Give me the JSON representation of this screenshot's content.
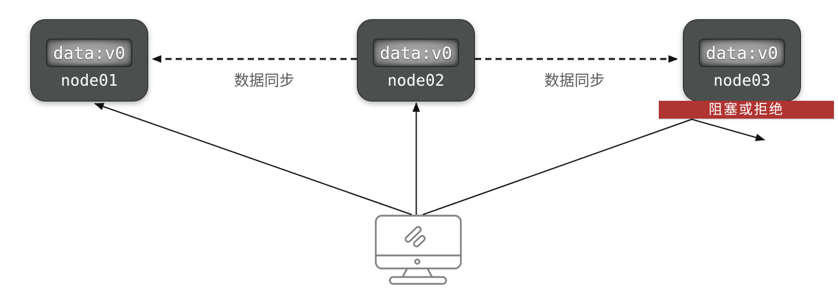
{
  "colors": {
    "canvas-bg": "#ffffff",
    "node-fill": "#4b504e",
    "node-text": "#ffffff",
    "screen-center": "#ababab",
    "screen-edge": "#5f5f5f",
    "banner-bg": "#b03432",
    "banner-text": "#ffffff",
    "sync-label": "#595959",
    "arrow": "#111111",
    "client-stroke": "#7d7d7d"
  },
  "nodes": [
    {
      "name": "node01",
      "data_value": "data:v0"
    },
    {
      "name": "node02",
      "data_value": "data:v0"
    },
    {
      "name": "node03",
      "data_value": "data:v0"
    }
  ],
  "sync_arrows": [
    {
      "label": "数据同步",
      "from": "node02",
      "to": "node01",
      "style": "dashed"
    },
    {
      "label": "数据同步",
      "from": "node02",
      "to": "node03",
      "style": "dashed"
    }
  ],
  "block_banner": {
    "label": "阻塞或拒绝"
  },
  "client": {
    "icon": "desktop-computer-icon",
    "arrows": [
      {
        "from": "client",
        "to": "node01",
        "deflected": false
      },
      {
        "from": "client",
        "to": "node02",
        "deflected": false
      },
      {
        "from": "client",
        "to": "node03",
        "deflected": true
      }
    ]
  }
}
